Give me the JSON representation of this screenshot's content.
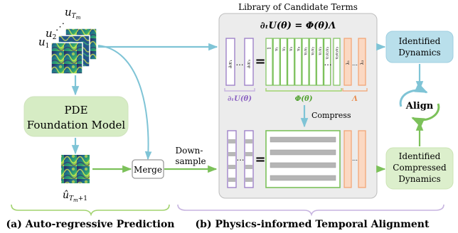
{
  "colors": {
    "teal_arrow": "#7fc4d6",
    "green_arrow": "#7cc15a",
    "purple": "#9f82c9",
    "green_box_stroke": "#6db24a",
    "orange": "#f2a270",
    "foundation_fill": "#d6ecc4",
    "identified_fill": "#b9dfeb",
    "compressed_fill": "#dcefcc",
    "library_bg": "#ececec",
    "bracket_green": "#a2d36f",
    "bracket_purple": "#c7b4e0"
  },
  "left": {
    "u_first": "u",
    "u_first_sub": "1",
    "u_second": "u",
    "u_second_sub": "2",
    "u_last": "u",
    "u_last_sub": "T",
    "u_last_subsub": "m",
    "dots": "⋰",
    "foundation_line1": "PDE",
    "foundation_line2": "Foundation Model",
    "pred_symbol": "û",
    "pred_sub": "T",
    "pred_subsub": "m",
    "pred_plus": "+1",
    "merge": "Merge",
    "downsample_line1": "Down-",
    "downsample_line2": "sample"
  },
  "library": {
    "title": "Library of Candidate Terms",
    "equation": "∂ₜU(θ) = Φ(θ)Λ",
    "dU_label": "∂ₜU(θ)",
    "phi_label": "Φ(θ)",
    "lambda_label": "Λ",
    "col_labels": [
      "1",
      "v₁",
      "v₂",
      "v₃",
      "v₄",
      "v₁v₁",
      "v₁v₂",
      "v₁v₃",
      "v₁v₂v₃"
    ],
    "col_last": "v₃v₃v₃",
    "u_col_labels": [
      "∂ₜv₁",
      "∂ₜv₃"
    ],
    "lambda_cols": [
      "λ₁",
      "λ₃"
    ],
    "dots": "…",
    "eq_sign": "=",
    "compress": "Compress"
  },
  "right": {
    "identified_line1": "Identified",
    "identified_line2": "Dynamics",
    "align": "Align",
    "compressed_line1": "Identified",
    "compressed_line2": "Compressed",
    "compressed_line3": "Dynamics"
  },
  "captions": {
    "left": "(a) Auto-regressive Prediction",
    "right": "(b) Physics-informed Temporal Alignment"
  }
}
